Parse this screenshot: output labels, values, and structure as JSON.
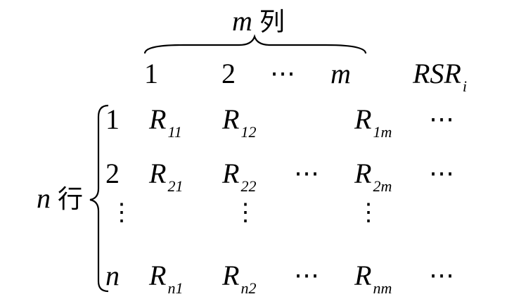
{
  "col_header": {
    "var": "m",
    "word": "列"
  },
  "row_header": {
    "var": "n",
    "word": "行"
  },
  "columns": [
    {
      "label": "1",
      "italic": false
    },
    {
      "label": "2",
      "italic": false
    },
    {
      "label": "⋯",
      "italic": false
    },
    {
      "label": "m",
      "italic": true
    }
  ],
  "rsr": {
    "main": "RSR",
    "sub": "i"
  },
  "rows": [
    {
      "label": "1",
      "italic": false,
      "cells": [
        {
          "main": "R",
          "sub": "11"
        },
        {
          "main": "R",
          "sub": "12"
        },
        null,
        {
          "main": "R",
          "sub": "1m"
        }
      ],
      "rsr": "⋯"
    },
    {
      "label": "2",
      "italic": false,
      "cells": [
        {
          "main": "R",
          "sub": "21"
        },
        {
          "main": "R",
          "sub": "22"
        },
        "⋯",
        {
          "main": "R",
          "sub": "2m"
        }
      ],
      "rsr": "⋯"
    },
    {
      "label": "⋮",
      "italic": false,
      "cells": [
        null,
        "⋮",
        null,
        "⋮"
      ],
      "rsr": null
    },
    {
      "label": "n",
      "italic": true,
      "cells": [
        {
          "main": "R",
          "sub": "n1"
        },
        {
          "main": "R",
          "sub": "n2"
        },
        "⋯",
        {
          "main": "R",
          "sub": "nm"
        }
      ],
      "rsr": "⋯"
    }
  ]
}
